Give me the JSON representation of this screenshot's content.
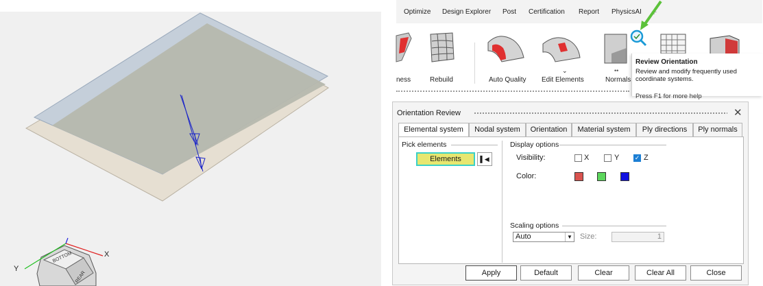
{
  "menu": {
    "items": [
      "Optimize",
      "Design Explorer",
      "Post",
      "Certification",
      "Report",
      "PhysicsAI"
    ]
  },
  "ribbon": {
    "labels": {
      "thickness_partial": "ness",
      "rebuild": "Rebuild",
      "auto_quality": "Auto Quality",
      "edit_elements": "Edit Elements",
      "normals": "Normals"
    },
    "icons": [
      "thickness-icon",
      "rebuild-icon",
      "auto-quality-icon",
      "edit-elements-icon",
      "normals-icon",
      "review-orientation-icon",
      "mesh-grid-icon",
      "solid-icon"
    ]
  },
  "tooltip": {
    "title": "Review Orientation",
    "description": "Review and modify frequently used coordinate systems.",
    "more": "Press F1 for more help"
  },
  "viewport": {
    "axis_x": "X",
    "axis_y": "Y",
    "cube_face_top": "BOTTOM",
    "cube_face_side": "REAR"
  },
  "dialog": {
    "title": "Orientation Review",
    "tabs": [
      "Elemental system",
      "Nodal system",
      "Orientation",
      "Material system",
      "Ply directions",
      "Ply normals"
    ],
    "active_tab": "Elemental system",
    "pick": {
      "group_label": "Pick elements",
      "elements_button": "Elements",
      "reset_icon": "reset-icon"
    },
    "display": {
      "group_label": "Display options",
      "visibility_label": "Visibility:",
      "checkboxes": [
        {
          "label": "X",
          "checked": false
        },
        {
          "label": "Y",
          "checked": false
        },
        {
          "label": "Z",
          "checked": true
        }
      ],
      "color_label": "Color:",
      "colors": [
        "#d9534f",
        "#5cd65c",
        "#1010e0"
      ]
    },
    "scaling": {
      "group_label": "Scaling options",
      "mode": "Auto",
      "size_label": "Size:",
      "size_value": "1"
    },
    "buttons": {
      "apply": "Apply",
      "default": "Default",
      "clear": "Clear",
      "clear_all": "Clear All",
      "close": "Close"
    }
  }
}
